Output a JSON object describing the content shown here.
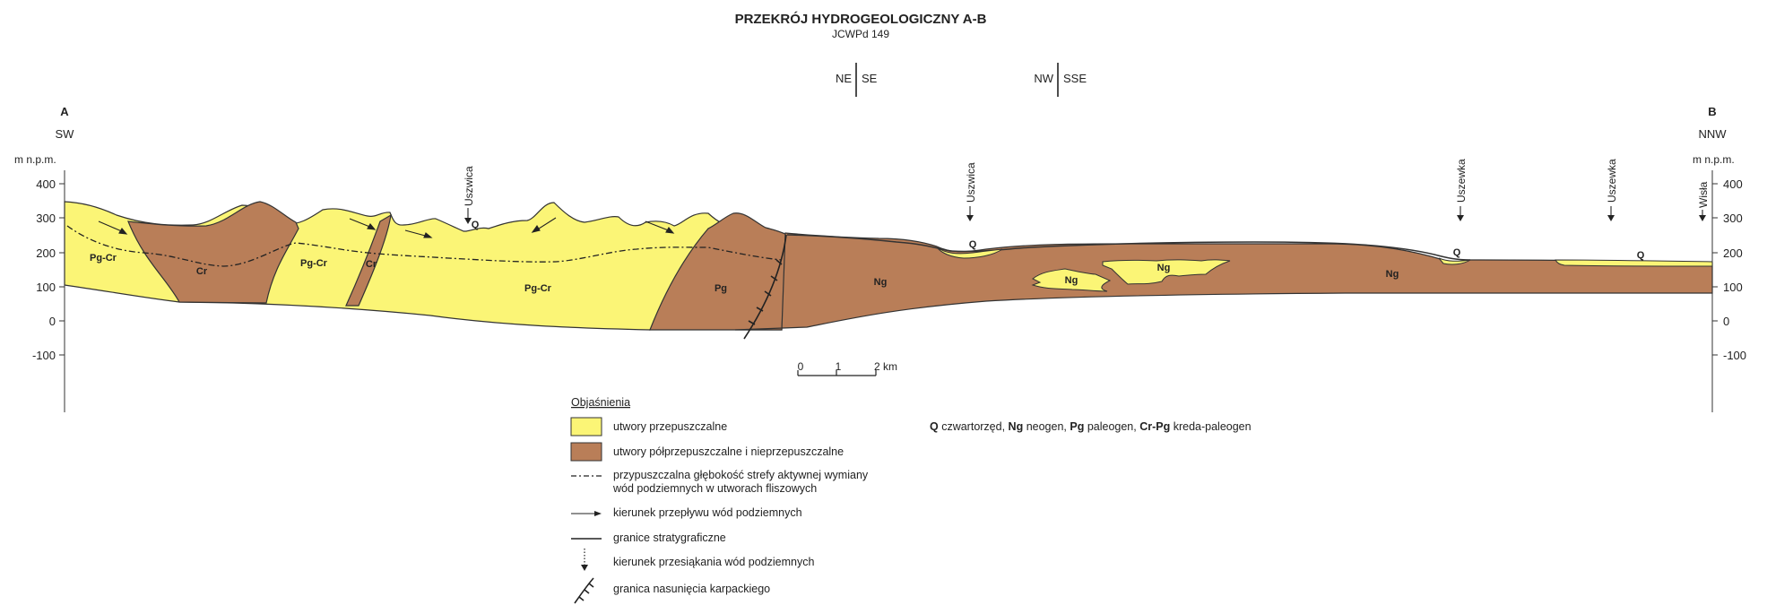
{
  "title": "PRZEKRÓJ HYDROGEOLOGICZNY A-B",
  "subtitle": "JCWPd 149",
  "ends": {
    "left_letter": "A",
    "left_dir": "SW",
    "right_letter": "B",
    "right_dir": "NNW"
  },
  "bends": [
    {
      "left": "NE",
      "right": "SE"
    },
    {
      "left": "NW",
      "right": "SSE"
    }
  ],
  "axis": {
    "unit": "m n.p.m.",
    "ticks": [
      "400",
      "300",
      "200",
      "100",
      "0",
      "-100"
    ]
  },
  "rivers": [
    "Uszwica",
    "Uszwica",
    "Uszewka",
    "Uszewka",
    "Wisła"
  ],
  "units": {
    "pg_cr": "Pg-Cr",
    "cr": "Cr",
    "pg": "Pg",
    "ng": "Ng",
    "q": "Q"
  },
  "scale": {
    "labels": [
      "0",
      "1",
      "2 km"
    ]
  },
  "legend": {
    "heading": "Objaśnienia",
    "items": [
      {
        "key": "permeable",
        "text": "utwory przepuszczalne",
        "color": "#fbf576"
      },
      {
        "key": "semipermeable",
        "text": "utwory półprzepuszczalne i nieprzepuszczalne",
        "color": "#b97e58"
      },
      {
        "key": "active_zone",
        "text_line1": "przypuszczalna głębokość strefy aktywnej wymiany",
        "text_line2": "wód podziemnych w utworach fliszowych"
      },
      {
        "key": "flow",
        "text": "kierunek przepływu wód podziemnych"
      },
      {
        "key": "strat",
        "text": "granice stratygraficzne"
      },
      {
        "key": "seepage",
        "text": "kierunek przesiąkania wód podziemnych"
      },
      {
        "key": "thrust",
        "text": "granica nasunięcia karpackiego"
      }
    ],
    "abbrev": [
      {
        "code": "Q",
        "name": " czwartorzęd, "
      },
      {
        "code": "Ng",
        "name": " neogen, "
      },
      {
        "code": "Pg",
        "name": " paleogen, "
      },
      {
        "code": "Cr-Pg",
        "name": " kreda-paleogen"
      }
    ]
  }
}
